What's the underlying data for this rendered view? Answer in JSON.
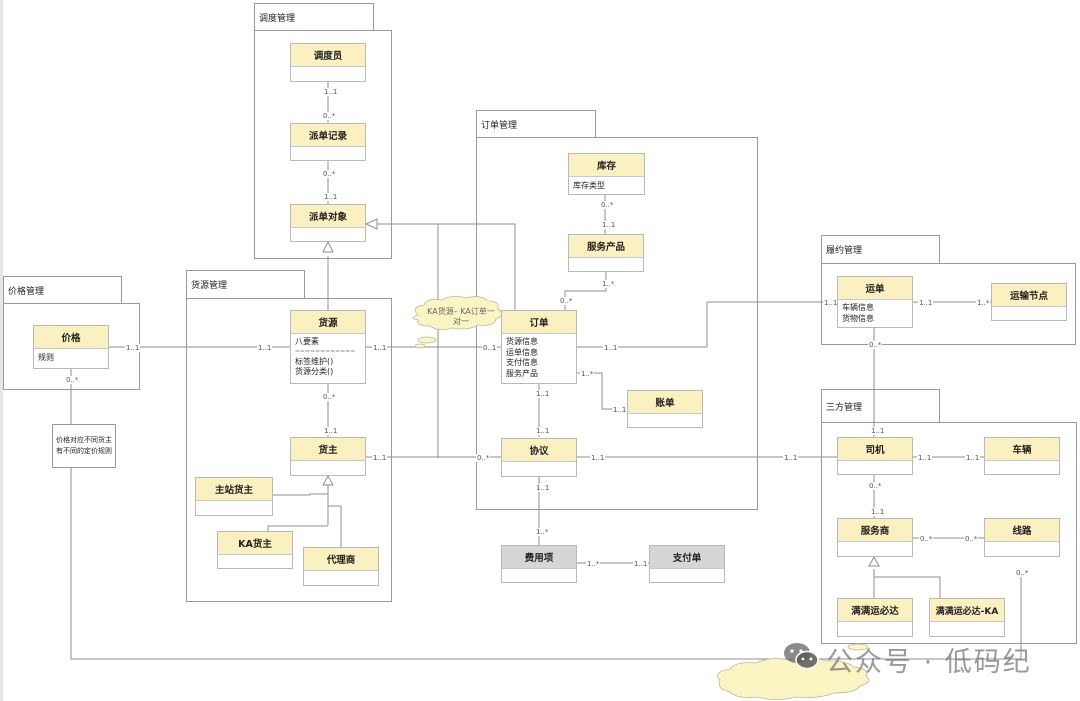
{
  "packages": {
    "dispatch": "调度管理",
    "price": "价格管理",
    "cargo": "货源管理",
    "order": "订单管理",
    "fulfill": "履约管理",
    "third_party": "三方管理"
  },
  "classes": {
    "dispatcher": {
      "name": "调度员",
      "attrs": []
    },
    "dispatch_record": {
      "name": "派单记录",
      "attrs": []
    },
    "dispatch_target": {
      "name": "派单对象",
      "attrs": []
    },
    "price": {
      "name": "价格",
      "attrs": [
        "规则"
      ]
    },
    "cargo_source": {
      "name": "货源",
      "attrs": [
        "八要素",
        "============",
        "标签维护()",
        "货源分类()"
      ]
    },
    "shipper": {
      "name": "货主",
      "attrs": []
    },
    "main_shipper": {
      "name": "主站货主",
      "attrs": []
    },
    "ka_shipper": {
      "name": "KA货主",
      "attrs": []
    },
    "agent": {
      "name": "代理商",
      "attrs": []
    },
    "inventory": {
      "name": "库存",
      "attrs": [
        "库存类型"
      ]
    },
    "service_product": {
      "name": "服务产品",
      "attrs": []
    },
    "order": {
      "name": "订单",
      "attrs": [
        "货源信息",
        "运单信息",
        "支付信息",
        "服务产品"
      ]
    },
    "bill": {
      "name": "账单",
      "attrs": []
    },
    "agreement": {
      "name": "协议",
      "attrs": []
    },
    "fee_item": {
      "name": "费用项",
      "attrs": []
    },
    "payment": {
      "name": "支付单",
      "attrs": []
    },
    "waybill": {
      "name": "运单",
      "attrs": [
        "车辆信息",
        "货物信息"
      ]
    },
    "transport_node": {
      "name": "运输节点",
      "attrs": []
    },
    "driver": {
      "name": "司机",
      "attrs": []
    },
    "vehicle": {
      "name": "车辆",
      "attrs": []
    },
    "service_provider": {
      "name": "服务商",
      "attrs": []
    },
    "route": {
      "name": "线路",
      "attrs": []
    },
    "mmy_bida": {
      "name": "满满运必达",
      "attrs": []
    },
    "mmy_bida_ka": {
      "name": "满满运必达-KA",
      "attrs": []
    }
  },
  "notes": {
    "price_note": "价格对应不同货主\n有不同的定价规则",
    "ka_cloud": "KA货源– KA订单一\n对一"
  },
  "multiplicities": {
    "dispatcher_record_a": "1..1",
    "dispatcher_record_b": "0..*",
    "record_target_a": "0..*",
    "record_target_b": "1..1",
    "price_cargo_a": "1..1",
    "price_cargo_b": "1..1",
    "price_note": "0..*",
    "cargo_shipper_a": "0..*",
    "cargo_shipper_b": "1..1",
    "cargo_order_a": "1..1",
    "cargo_order_b": "0..1",
    "inventory_product_a": "0..*",
    "inventory_product_b": "1..1",
    "product_order_a": "1..*",
    "product_order_b": "0..*",
    "order_waybill_a": "1..1",
    "order_waybill_b": "1..1",
    "order_bill_a": "1..*",
    "order_bill_b": "1..1",
    "order_agreement_a": "1..1",
    "order_agreement_b": "1..1",
    "shipper_agreement_a": "1..1",
    "shipper_agreement_b": "0..*",
    "agreement_driver_a": "1..1",
    "agreement_driver_b": "1..1",
    "agreement_fee_a": "1..1",
    "agreement_fee_b": "1..*",
    "fee_payment_a": "1..*",
    "fee_payment_b": "1..1",
    "waybill_node_a": "1..1",
    "waybill_node_b": "1..*",
    "waybill_driver_a": "0..*",
    "waybill_driver_b": "1..1",
    "driver_vehicle_a": "1..1",
    "driver_vehicle_b": "1..1",
    "driver_provider_a": "0..*",
    "driver_provider_b": "1..1",
    "provider_route_a": "0..*",
    "provider_route_b": "0..*",
    "route_price": "0..*"
  },
  "watermark": "公众号 · 低码纪"
}
